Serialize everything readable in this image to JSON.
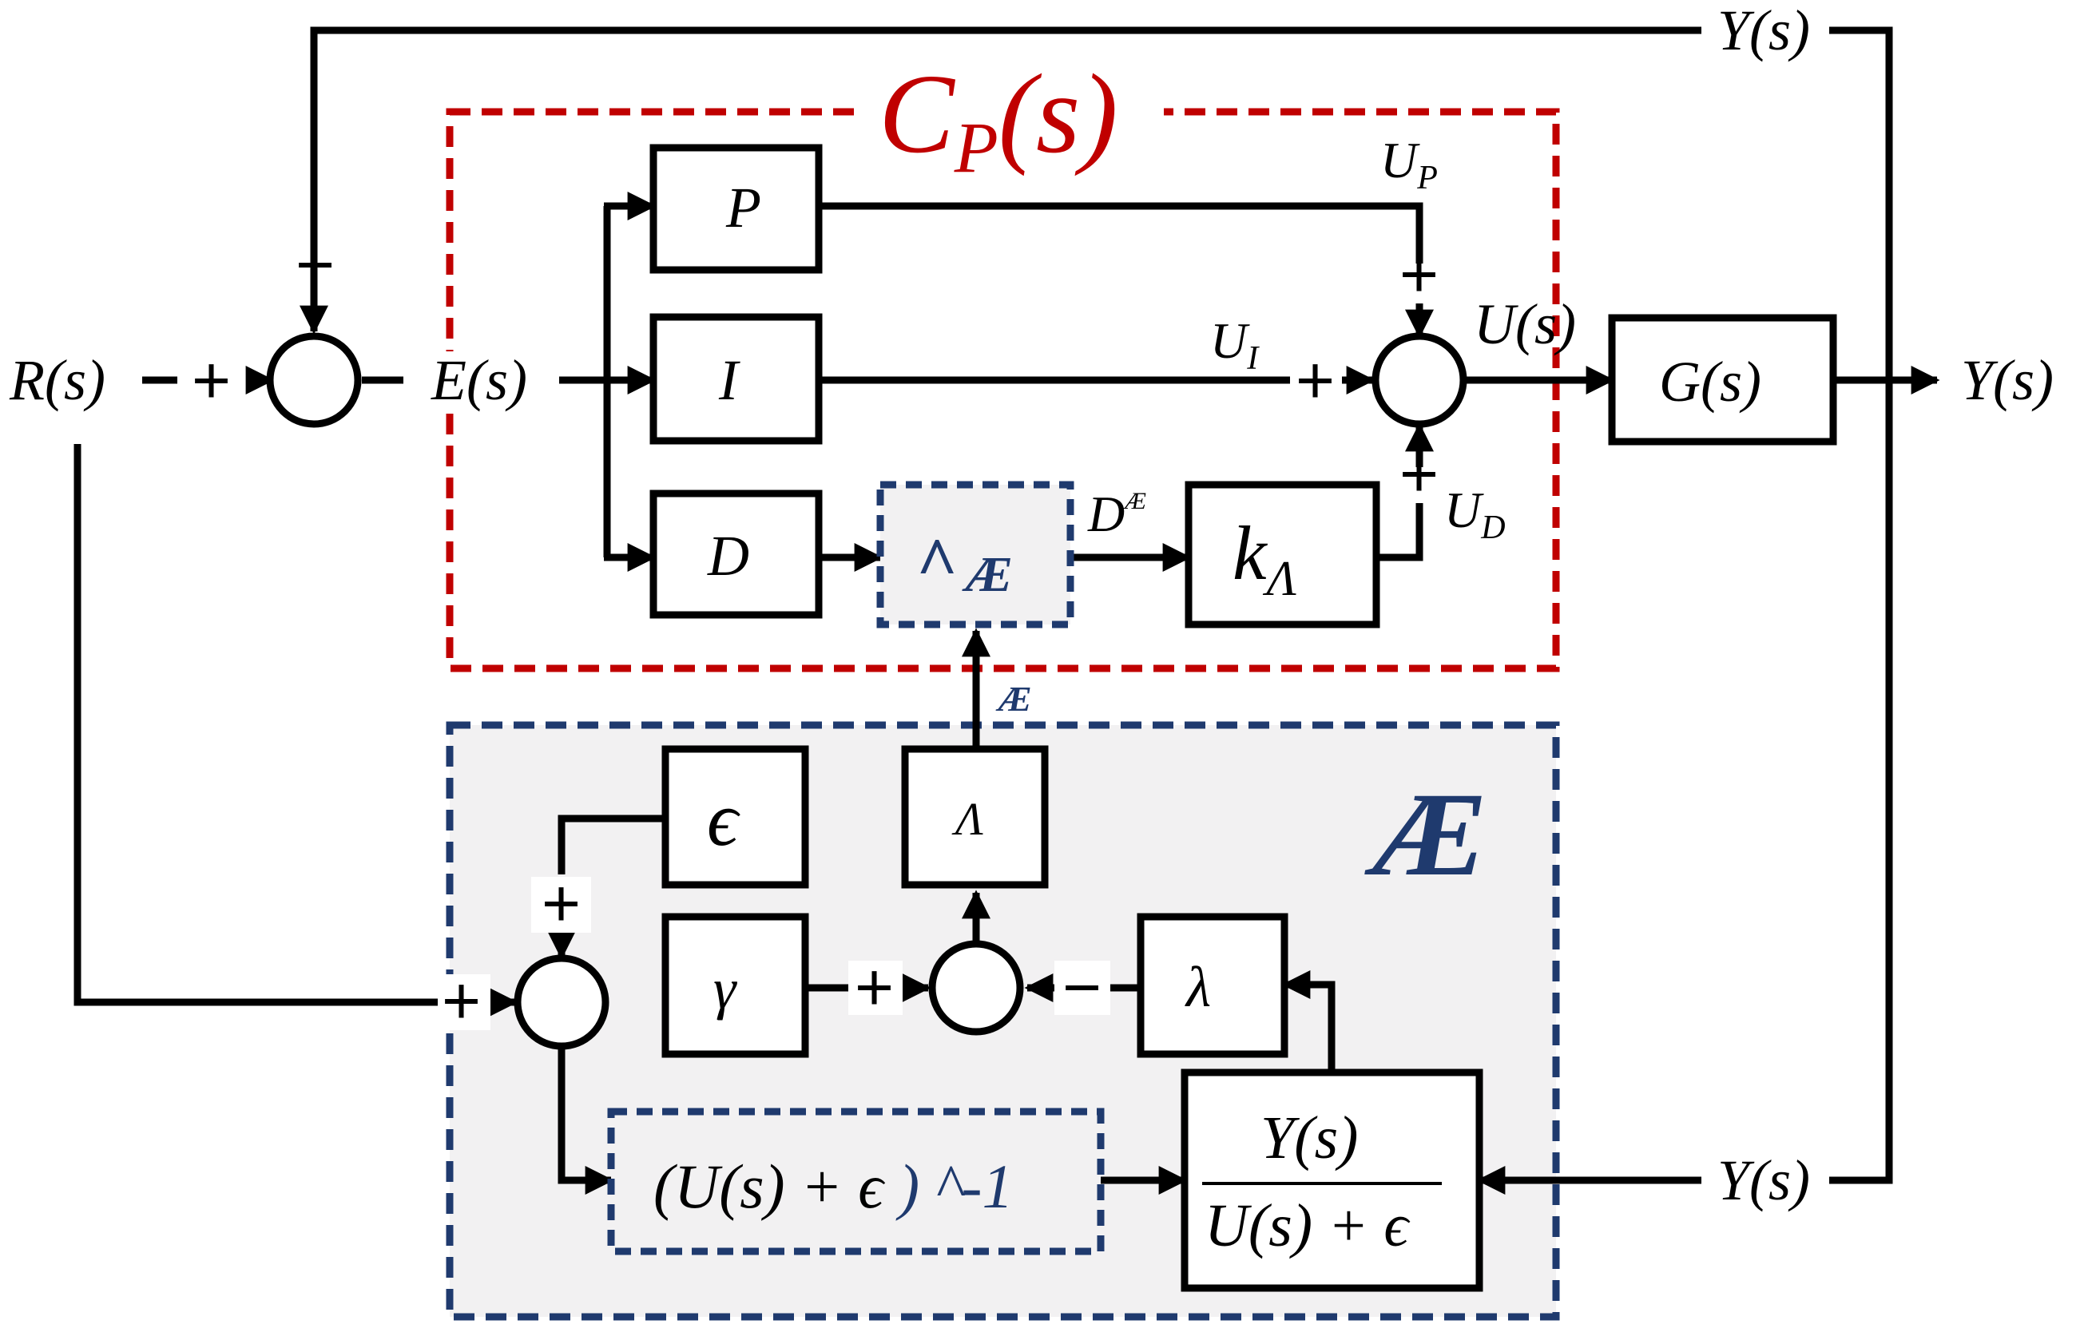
{
  "colors": {
    "controller_border": "#c00000",
    "estimator_border": "#1f3a6e",
    "estimator_fill": "#f2f1f2",
    "line": "#000000"
  },
  "labels": {
    "R": "R(s)",
    "E": "E(s)",
    "Y_out": "Y(s)",
    "Y_top": "Y(s)",
    "Y_bottom": "Y(s)",
    "U": "U(s)",
    "UP": "U",
    "UP_sub": "P",
    "UI": "U",
    "UI_sub": "I",
    "UD": "U",
    "UD_sub": "D",
    "DAE": "D",
    "DAE_sup": "Æ",
    "AE_small": "Æ"
  },
  "regions": {
    "controller_title": "C",
    "controller_title_sub": "P",
    "controller_title_arg": "(s)",
    "estimator_title": "Æ"
  },
  "blocks": {
    "P": "P",
    "I": "I",
    "D": "D",
    "caret_ae": "^",
    "caret_ae_sub": "Æ",
    "k": "k",
    "k_sub": "Λ",
    "G": "G(s)",
    "epsilon": "ϵ",
    "Lambda": "Λ",
    "gamma": "γ",
    "lambda": "λ",
    "inverse_open": "(U(s) + ϵ ",
    "inverse_close": ") ^-1",
    "ratio_num": "Y(s)",
    "ratio_den": "U(s) + ϵ"
  },
  "signs": {
    "fb_minus": "−",
    "fb_plus": "+",
    "sum_p": "+",
    "sum_i": "+",
    "sum_d": "+",
    "est_top": "+",
    "est_left": "+",
    "mid_plus": "+",
    "mid_minus": "−"
  }
}
